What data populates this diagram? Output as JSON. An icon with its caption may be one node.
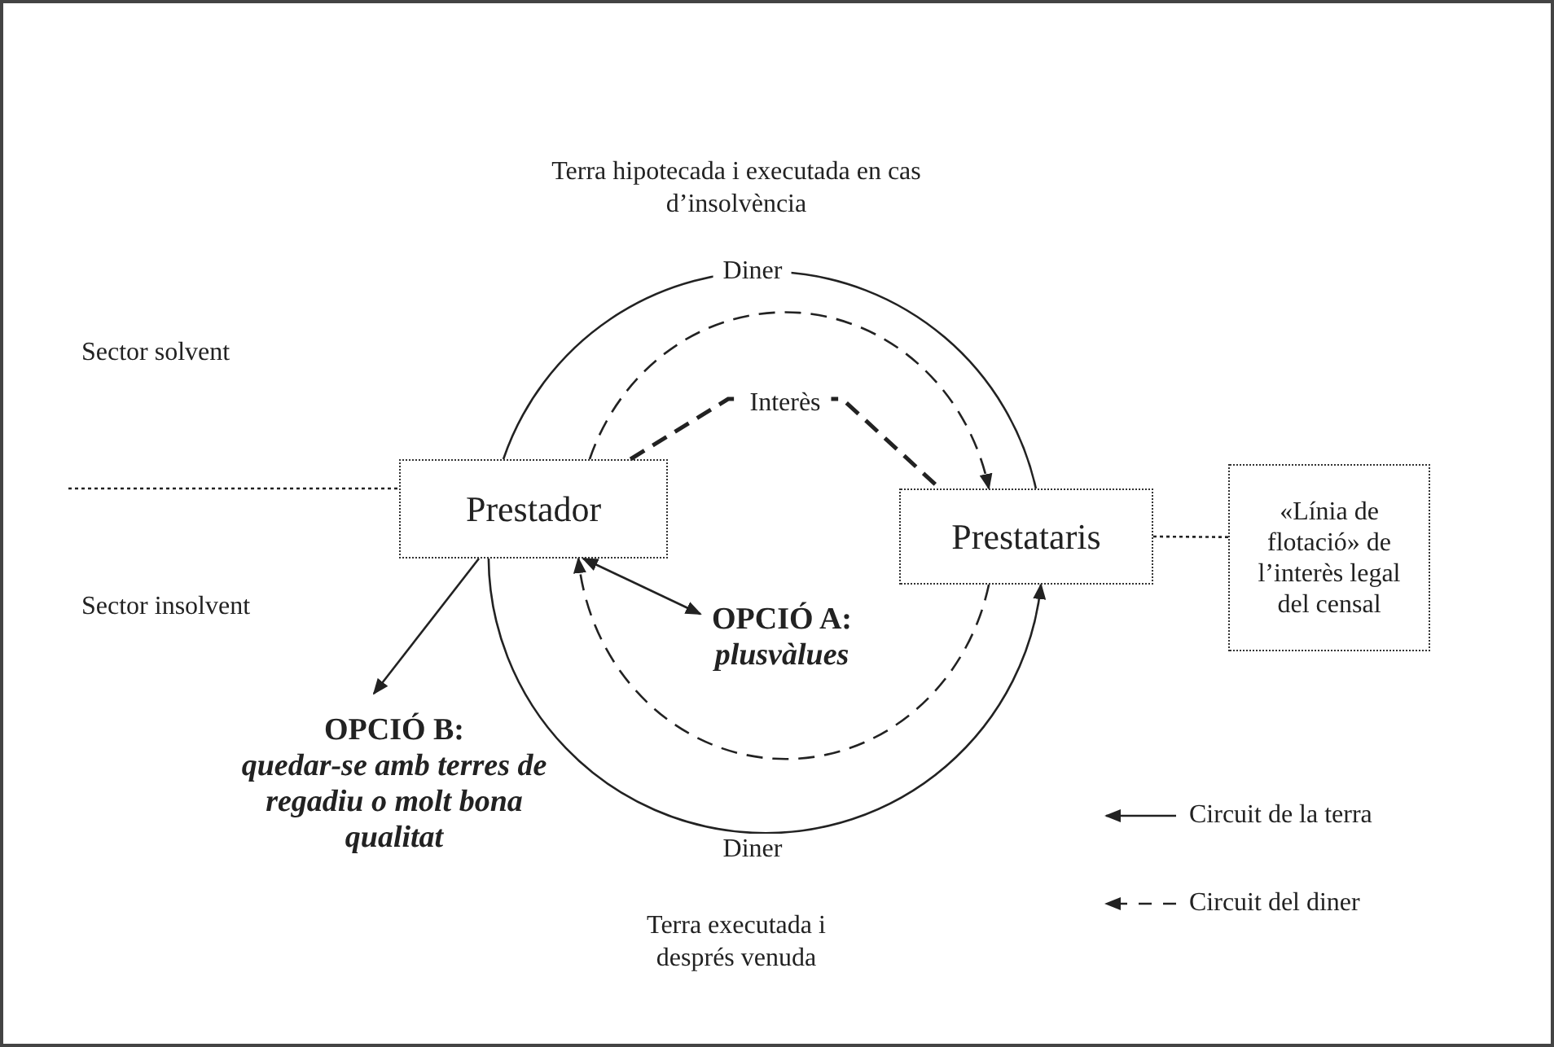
{
  "diagram": {
    "nodes": [
      {
        "text": [
          "Prestador"
        ]
      },
      {
        "text": [
          "Prestataris"
        ]
      },
      {
        "text": [
          "«Línia de flotació» de l’interès legal del censal"
        ]
      },
      {
        "text": [
          "OPCIÓ A:",
          "plusvàlues"
        ]
      },
      {
        "text": [
          "OPCIÓ B:",
          "quedar-se amb terres de regadiu o molt bona qualitat"
        ]
      }
    ],
    "edges": [
      {
        "from": 0,
        "to": 1,
        "arrow": "to",
        "label": "Diner"
      },
      {
        "from": 0,
        "to": 1,
        "arrow": "none",
        "label": "Diner"
      },
      {
        "from": 0,
        "to": 1,
        "arrow": "to",
        "style": "dashed"
      },
      {
        "from": 1,
        "to": 0,
        "arrow": "to",
        "style": "dashed"
      },
      {
        "from": 0,
        "to": 1,
        "arrow": "none",
        "style": "dashed",
        "label": "Interès"
      },
      {
        "from": 0,
        "to": 4,
        "arrow": "to"
      },
      {
        "from": 0,
        "to": 3,
        "arrow": "both"
      },
      {
        "from": 1,
        "to": 2,
        "arrow": "none",
        "style": "dashed"
      },
      {
        "from": null,
        "to": 0,
        "arrow": "none",
        "style": "dashed"
      }
    ],
    "labels": [
      "Terra hipotecada i executada en cas d’insolvència",
      "Sector solvent",
      "Sector insolvent",
      "Terra executada i després venuda"
    ],
    "legend": [
      {
        "text": "Circuit de la terra"
      },
      {
        "text": "Circuit del diner"
      }
    ]
  }
}
